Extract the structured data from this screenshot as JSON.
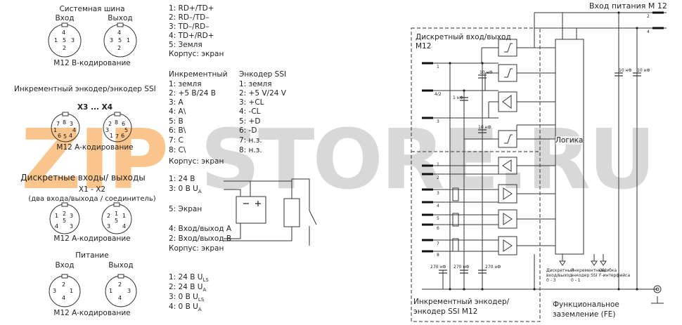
{
  "watermark": {
    "text_zip": "ZIP",
    "text_store": "STORE.RU",
    "color_zip": "#f7b267",
    "color_store": "#c8c8c8"
  },
  "left": {
    "system_bus": {
      "title": "Системная шина",
      "in_label": "Вход",
      "out_label": "Выход",
      "coding": "M12 B-кодирование",
      "pins": [
        "1: RD+/TD+",
        "2: RD–/TD–",
        "3: TD–/RD–",
        "4: TD+/RD+",
        "5: Земля",
        "Корпус: экран"
      ]
    },
    "encoder": {
      "title": "Инкрементный энкодер/энкодер SSI",
      "ports": "X3 ... X4",
      "coding": "M12 A-кодирование",
      "col1_title": "Инкрементный",
      "col1": [
        "1: земля",
        "2: +5 В/24 В",
        "3: A",
        "4: A\\",
        "5: B",
        "6: B\\",
        "7: C",
        "8: C\\"
      ],
      "col2_title": "Энкодер SSI",
      "col2": [
        "1: земля",
        "2: +5 V/24 V",
        "3: +CL",
        "4: -CL",
        "5: +D",
        "6: -D",
        "7: н.з.",
        "8: н.з."
      ],
      "shield": "Корпус: экран"
    },
    "discrete": {
      "title": "Дискретные входы/ выходы",
      "ports": "X1 - X2",
      "subtitle": "(два входа/выхода / соединитель)",
      "coding": "M12 A-кодирование",
      "pin1": "1: 24 В",
      "pin3": "3: 0 В U",
      "pin3_sub": "A",
      "pin5": "5: Экран",
      "pin4": "4: Вход/выход A",
      "pin2": "2: Вход/выход B",
      "shield": "Корпус: экран"
    },
    "power": {
      "title": "Питание",
      "in_label": "Вход",
      "out_label": "Выход",
      "coding": "M12 A-кодирование",
      "pins": [
        {
          "main": "1: 24 В U",
          "sub": "LS"
        },
        {
          "main": "2: 24 В U",
          "sub": "A"
        },
        {
          "main": "3: 0 В U",
          "sub": "LS"
        },
        {
          "main": "4: 0 В U",
          "sub": "A"
        }
      ]
    }
  },
  "circuit": {
    "power_input": "Вход питания M 12",
    "discrete_io": "Дискретный вход/выход",
    "discrete_io_2": "M12",
    "logic": "Логика",
    "encoder_box_1": "Инкрементный энкодер/",
    "encoder_box_2": "энкодер SSI  M12",
    "fe_1": "Функциональное",
    "fe_2": "заземление (FE)",
    "cap_10nf": "10 нФ",
    "cap_1nf": "1 нФ",
    "cap_270nf": "270 нФ",
    "led1_1": "Дискретный",
    "led1_2": "вход/выход",
    "led1_3": "0 - 3",
    "led2_1": "Инкрементный/",
    "led2_2": "энкодер SSI",
    "led2_3": "0 - 1",
    "led3_1": "Ошибка",
    "led3_2": "F-интерфейса",
    "pins": {
      "p1": "1",
      "p42": "4/2",
      "p3": "3",
      "p2": "2",
      "p4": "4",
      "p5": "5",
      "p6": "6",
      "p7": "7",
      "p8": "8"
    }
  }
}
